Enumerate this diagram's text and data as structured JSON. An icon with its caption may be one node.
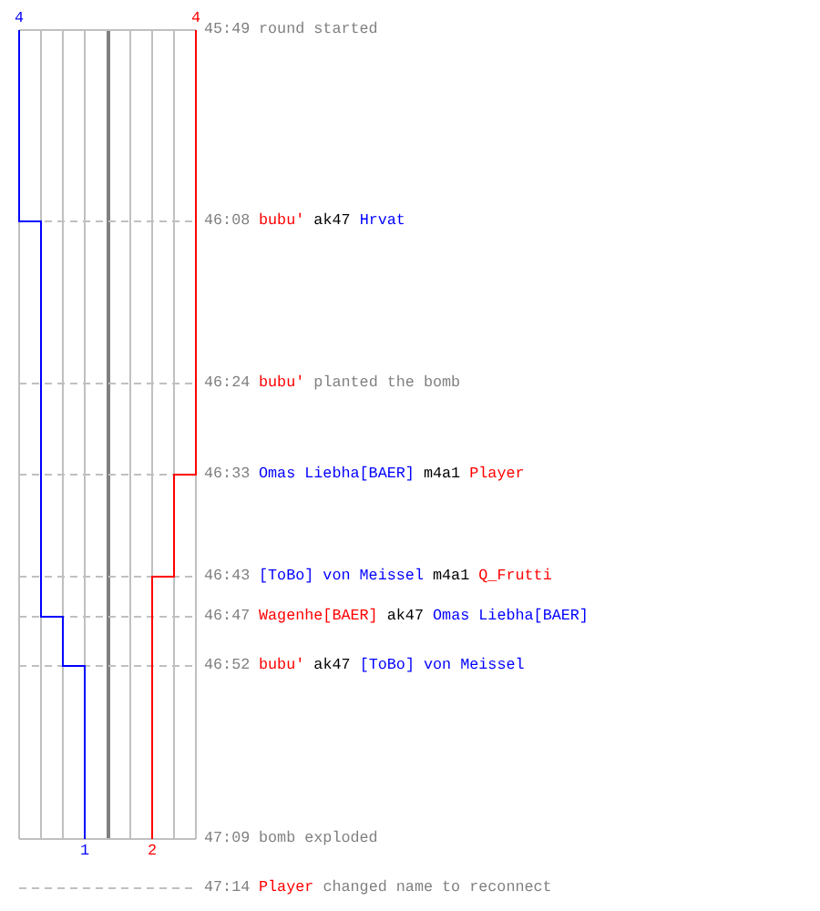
{
  "diagram": {
    "labels": [
      "4",
      "4",
      "45:49",
      "round started",
      "46:08",
      "bubu'",
      "ak47",
      "Hrvat",
      "46:24",
      "bubu'",
      "planted the bomb",
      "46:33",
      "Omas Liebha[BAER]",
      "m4a1",
      "Player",
      "46:43",
      "[ToBo] von Meissel",
      "m4a1",
      "Q_Frutti",
      "46:47",
      "Wagenhe[BAER]",
      "ak47",
      "Omas Liebha[BAER]",
      "46:52",
      "bubu'",
      "ak47",
      "[ToBo] von Meissel",
      "47:09",
      "bomb exploded",
      "1",
      "2",
      "47:14",
      "Player",
      "changed name to reconnect"
    ]
  }
}
